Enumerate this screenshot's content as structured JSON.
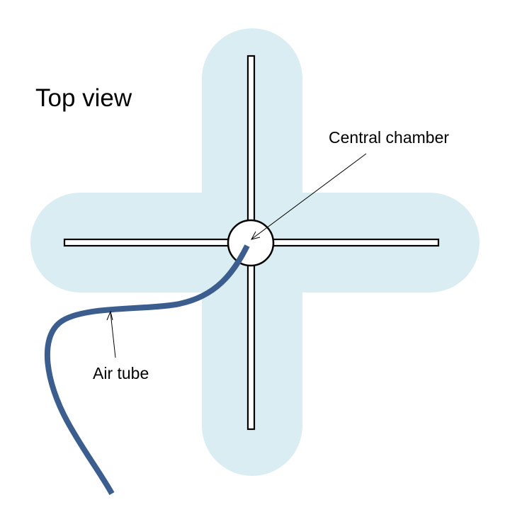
{
  "diagram": {
    "title": "Top view",
    "labels": {
      "central_chamber": "Central chamber",
      "air_tube": "Air tube"
    },
    "colors": {
      "cross_fill": "#daedf3",
      "tube": "#3b5e8f",
      "outline": "#000000",
      "slot_fill": "#ffffff"
    }
  }
}
